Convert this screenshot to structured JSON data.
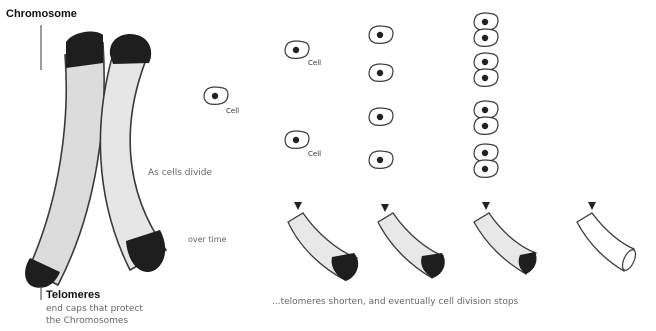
{
  "labels": {
    "chromosome": "Chromosome",
    "telomeres_title": "Telomeres",
    "telomeres_line1": "end caps that protect",
    "telomeres_line2": "the Chromosomes",
    "cell": "Cell",
    "as_cells_divide": "As cells divide",
    "over_time": "over time",
    "bottom_caption": "...telomeres shorten, and eventually cell division stops"
  },
  "colors": {
    "chromosome_fill": "#dcdcdc",
    "chromosome_stroke": "#3a3a3a",
    "telomere": "#1e1e1e",
    "cell_fill": "#ffffff",
    "nucleus": "#222222"
  },
  "icons": [
    "chromosome-illustration",
    "cell-icon",
    "chromosome-segment-icon",
    "marker-arrow-icon"
  ]
}
